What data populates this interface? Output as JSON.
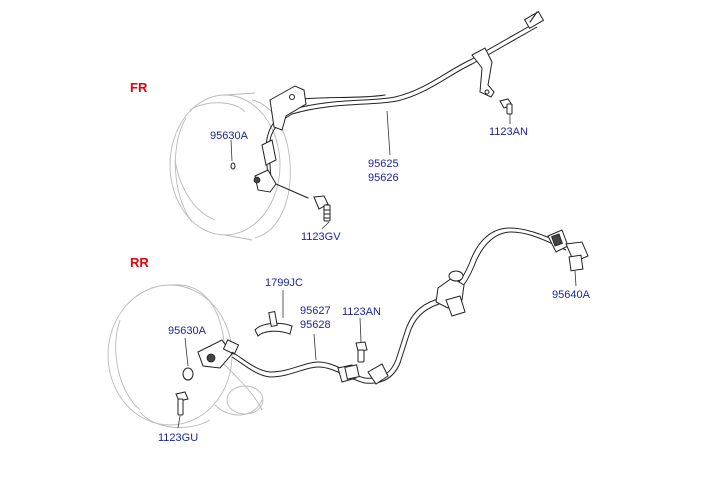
{
  "sections": {
    "front": {
      "label": "FR"
    },
    "rear": {
      "label": "RR"
    }
  },
  "parts": {
    "front_sensor_oring": "95630A",
    "front_bracket_bolt": "1123AN",
    "front_cable_left": "95625",
    "front_cable_right": "95626",
    "front_sensor_bolt": "1123GV",
    "rear_clip": "1799JC",
    "rear_cable_left": "95627",
    "rear_cable_right": "95628",
    "rear_bracket_bolt": "1123AN",
    "rear_sensor_oring": "95630A",
    "extension_harness": "95640A",
    "rear_sensor_bolt": "1123GU"
  },
  "colors": {
    "section_label": "#e8000b",
    "part_label": "#1c23a8",
    "line": "#222222",
    "ghost": "#b9b9b9"
  }
}
